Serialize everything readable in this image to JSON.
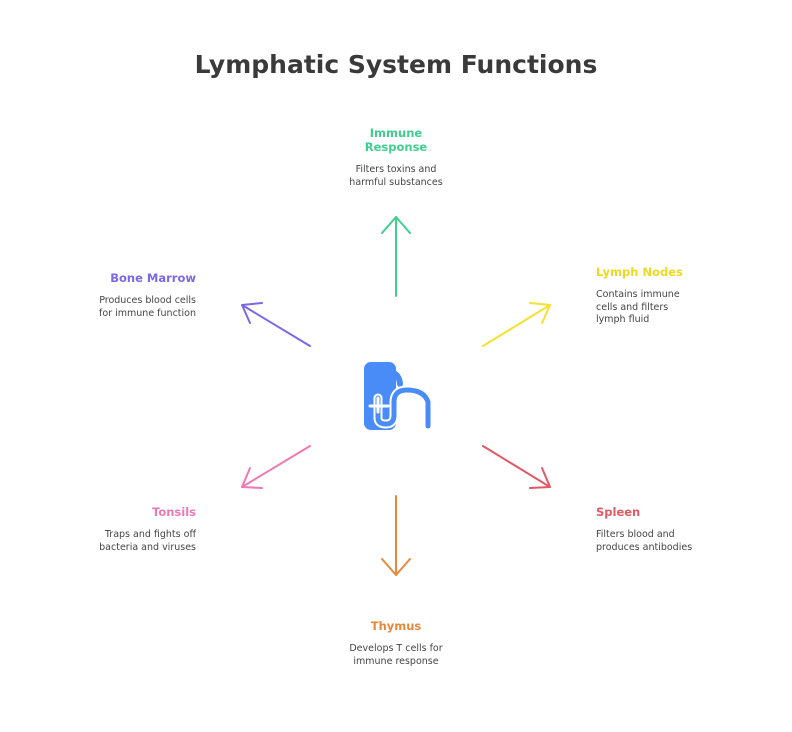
{
  "title": "Lymphatic System Functions",
  "nodes": {
    "immune": {
      "title_line1": "Immune",
      "title_line2": "Response",
      "desc_line1": "Filters toxins and",
      "desc_line2": "harmful substances",
      "color": "#3ecf8e"
    },
    "lymph": {
      "title": "Lymph Nodes",
      "desc_line1": "Contains immune",
      "desc_line2": "cells and filters",
      "desc_line3": "lymph fluid",
      "color": "#f5e12e"
    },
    "spleen": {
      "title": "Spleen",
      "desc_line1": "Filters blood and",
      "desc_line2": "produces antibodies",
      "color": "#e05a66"
    },
    "thymus": {
      "title": "Thymus",
      "desc_line1": "Develops T cells for",
      "desc_line2": "immune response",
      "color": "#e8893a"
    },
    "tonsils": {
      "title": "Tonsils",
      "desc_line1": "Traps and fights off",
      "desc_line2": "bacteria and viruses",
      "color": "#ee78b4"
    },
    "marrow": {
      "title": "Bone Marrow",
      "desc_line1": "Produces blood cells",
      "desc_line2": "for immune function",
      "color": "#7b68e6"
    }
  },
  "center_icon": {
    "name": "lymphatic-organ-icon",
    "color": "#4a8cf7"
  }
}
